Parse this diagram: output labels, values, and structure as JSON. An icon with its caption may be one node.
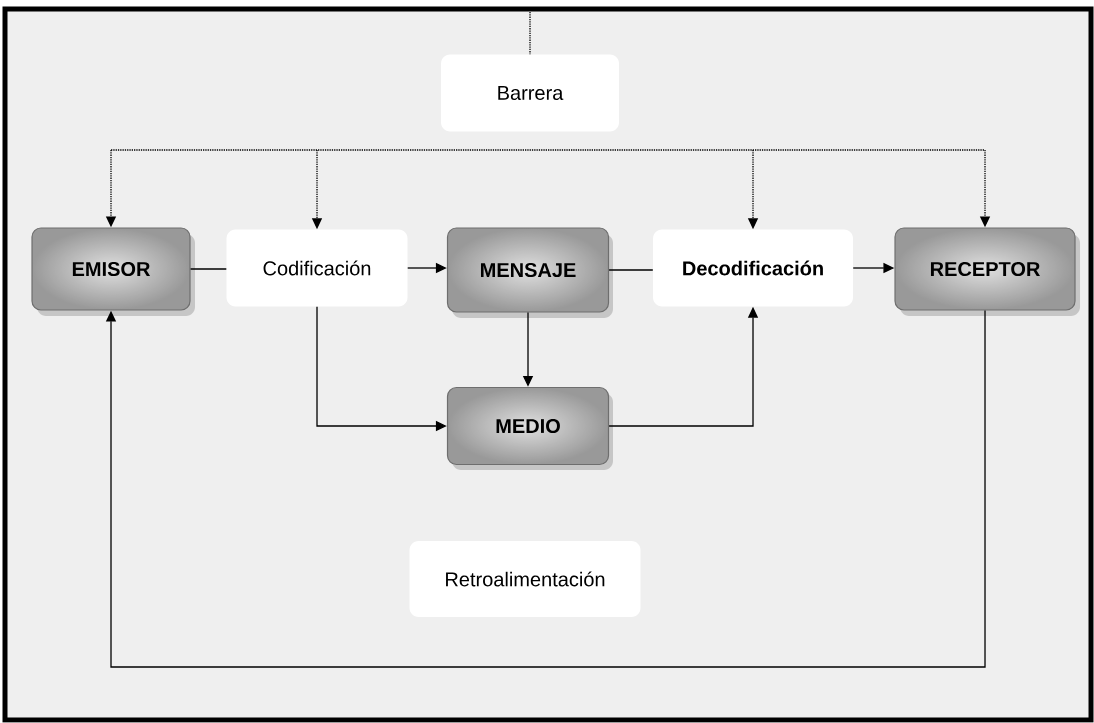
{
  "diagram": {
    "nodes": [
      {
        "text": [
          "Barrera"
        ]
      },
      {
        "text": [
          "EMISOR"
        ]
      },
      {
        "text": [
          "Codificación"
        ]
      },
      {
        "text": [
          "MENSAJE"
        ]
      },
      {
        "text": [
          "Decodificación"
        ]
      },
      {
        "text": [
          "RECEPTOR"
        ]
      },
      {
        "text": [
          "MEDIO"
        ]
      },
      {
        "text": [
          "Retroalimentación"
        ]
      }
    ],
    "edges": [
      {
        "from": null,
        "to": 0,
        "arrow": "none",
        "style": "dashed"
      },
      {
        "from": null,
        "to": 1,
        "arrow": "to",
        "style": "dashed"
      },
      {
        "from": null,
        "to": 2,
        "arrow": "to",
        "style": "dashed"
      },
      {
        "from": null,
        "to": 4,
        "arrow": "to",
        "style": "dashed"
      },
      {
        "from": null,
        "to": 5,
        "arrow": "to",
        "style": "dashed"
      },
      {
        "from": 1,
        "to": 2,
        "arrow": "none"
      },
      {
        "from": 2,
        "to": 3,
        "arrow": "to"
      },
      {
        "from": 3,
        "to": 4,
        "arrow": "none"
      },
      {
        "from": 4,
        "to": 5,
        "arrow": "to"
      },
      {
        "from": 3,
        "to": 6,
        "arrow": "to"
      },
      {
        "from": 2,
        "to": 6,
        "arrow": "to"
      },
      {
        "from": 6,
        "to": 4,
        "arrow": "to"
      },
      {
        "from": 5,
        "to": 1,
        "arrow": "to"
      }
    ]
  }
}
